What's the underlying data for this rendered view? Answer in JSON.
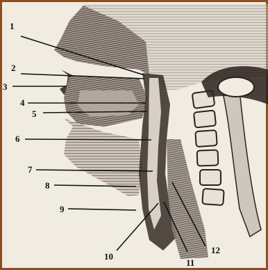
{
  "labels": [
    "1",
    "2",
    "3",
    "4",
    "5",
    "6",
    "7",
    "8",
    "9",
    "10",
    "11",
    "12"
  ],
  "colors": {
    "frame": "#8a4e1f",
    "paper": "#f1ece2",
    "ink": "#111111",
    "tissue_dark": "#2b211c",
    "tissue_mid": "#6f625a",
    "tissue_light": "#b8aea4"
  }
}
